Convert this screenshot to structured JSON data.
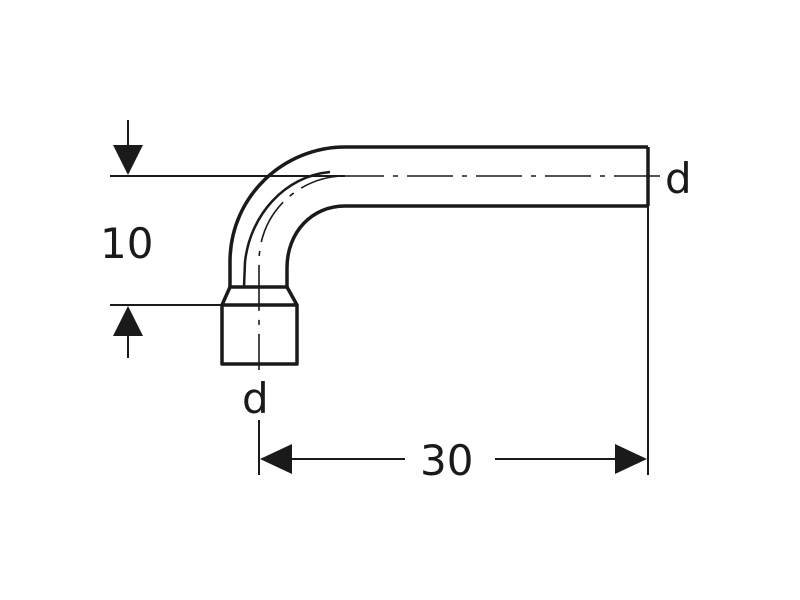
{
  "labels": {
    "dimension_vertical": "10",
    "dimension_horizontal": "30",
    "diameter_right": "d",
    "diameter_bottom": "d"
  }
}
